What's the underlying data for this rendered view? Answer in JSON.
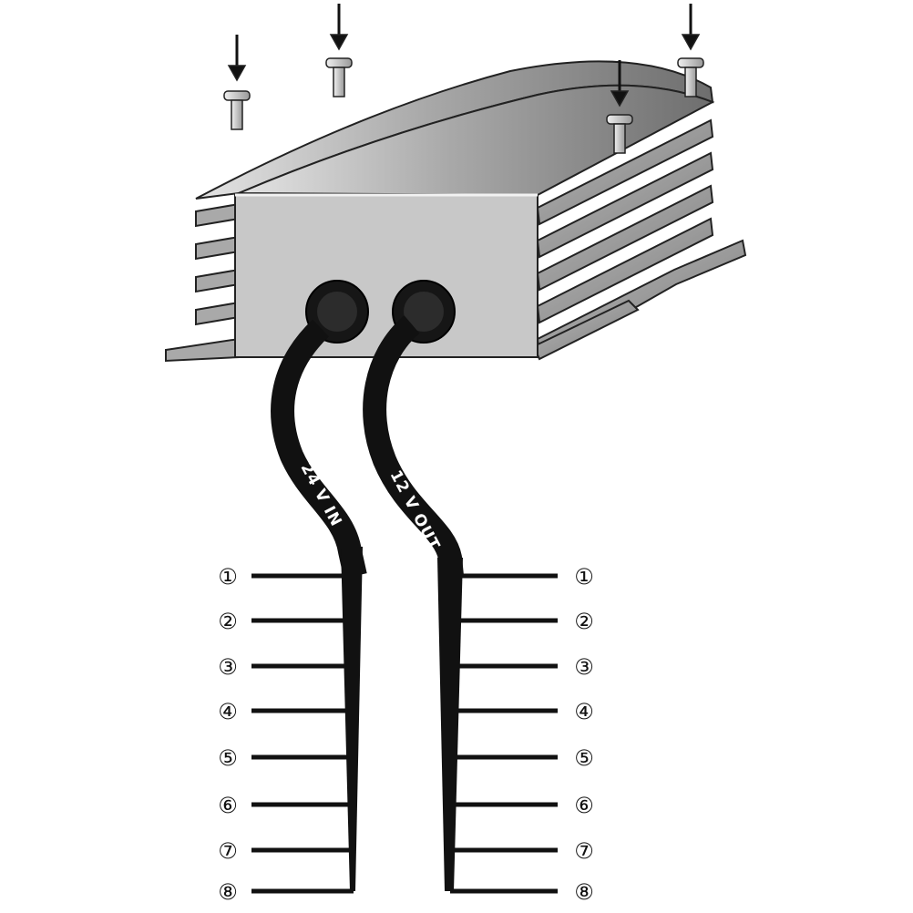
{
  "cables": {
    "input": {
      "label": "24 V IN"
    },
    "output": {
      "label": "12 V OUT"
    }
  },
  "pins": {
    "input": [
      "①",
      "②",
      "③",
      "④",
      "⑤",
      "⑥",
      "⑦",
      "⑧"
    ],
    "output": [
      "①",
      "②",
      "③",
      "④",
      "⑤",
      "⑥",
      "⑦",
      "⑧"
    ]
  },
  "colors": {
    "cable": "#111111",
    "housing_front": "#c8c8c8",
    "housing_top_light": "#d6d6d6",
    "housing_top_dark": "#777777",
    "fin": "#9c9c9c",
    "outline": "#222222"
  },
  "icons": {
    "mounting_screw": "screw-icon",
    "direction_arrow": "down-arrow-icon"
  }
}
